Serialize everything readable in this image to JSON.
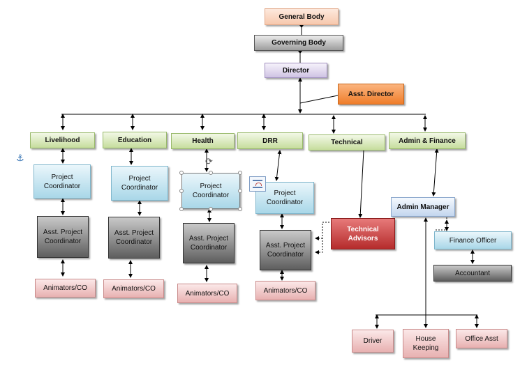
{
  "nodes": {
    "general_body": "General Body",
    "governing_body": "Governing Body",
    "director": "Director",
    "asst_director": "Asst. Director",
    "livelihood": "Livelihood",
    "education": "Education",
    "health": "Health",
    "drr": "DRR",
    "technical": "Technical",
    "admin_finance": "Admin & Finance",
    "pc1": "Project Coordinator",
    "pc2": "Project Coordinator",
    "pc3": "Project Coordinator",
    "pc4": "Project Coordinator",
    "apc1": "Asst. Project Coordinator",
    "apc2": "Asst. Project Coordinator",
    "apc3": "Asst. Project Coordinator",
    "apc4": "Asst. Project Coordinator",
    "an1": "Animators/CO",
    "an2": "Animators/CO",
    "an3": "Animators/CO",
    "an4": "Animators/CO",
    "technical_advisors": "Technical Advisors",
    "admin_manager": "Admin Manager",
    "finance_officer": "Finance Officer",
    "accountant": "Accountant",
    "driver": "Driver",
    "house_keeping": "House Keeping",
    "office_asst": "Office Asst"
  },
  "icons": {
    "anchor": "anchor-icon",
    "rotate": "rotate-handle-icon",
    "layout_options": "layout-options-icon"
  }
}
